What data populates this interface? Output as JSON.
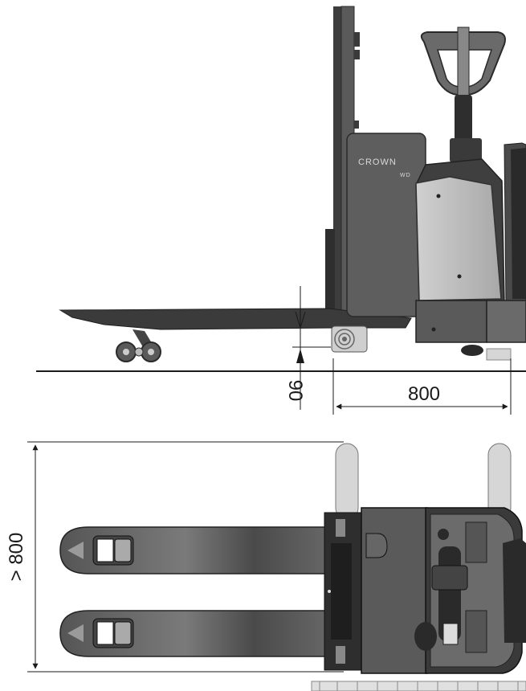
{
  "brand": {
    "logo": "CROWN",
    "badge": "WD"
  },
  "dimensions": {
    "fork_height": "90",
    "load_length": "800",
    "width_label": "> 800"
  },
  "colors": {
    "body_dark": "#4a4a4a",
    "body_mid": "#6b6b6b",
    "fork": "#3a3a3a",
    "cover_light": "#bdbdbd",
    "pallet": "#d6d6d6",
    "line": "#1a1a1a"
  }
}
